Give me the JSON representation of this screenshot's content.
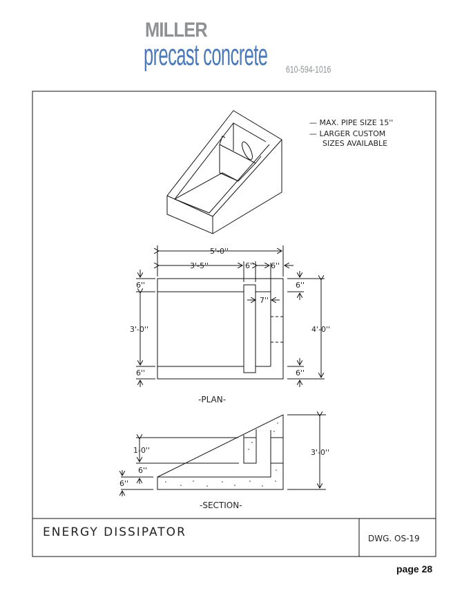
{
  "header": {
    "brand_line1": "MILLER",
    "brand_line2": "precast concrete",
    "phone": "610-594-1016"
  },
  "notes": [
    "— MAX. PIPE SIZE 15''",
    "— LARGER CUSTOM",
    "SIZES AVAILABLE"
  ],
  "plan": {
    "label": "-PLAN-",
    "dim_total_width": "5'-0''",
    "dim_left": "3'-5''",
    "dim_baffle": "6''",
    "dim_wall": "6''",
    "dim_gap": "7''",
    "dim_top": "6''",
    "dim_mid": "3'-0''",
    "dim_bottom": "6''",
    "dim_right_top": "6''",
    "dim_right_total": "4'-0''",
    "dim_right_bottom": "6''"
  },
  "section": {
    "label": "-SECTION-",
    "dim_baffle": "1-0''",
    "dim_gap": "6''",
    "dim_slab": "6''",
    "dim_height": "3'-0''"
  },
  "title_block": {
    "title": "ENERGY DISSIPATOR",
    "drawing_no": "DWG. OS-19"
  },
  "footer": {
    "page": "page 28"
  }
}
